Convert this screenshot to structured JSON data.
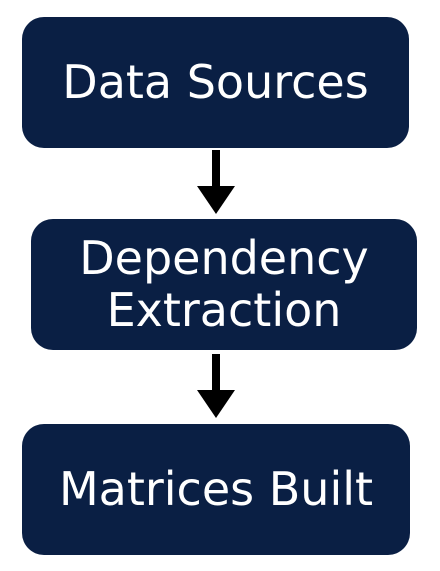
{
  "diagram": {
    "steps": [
      {
        "label": "Data Sources"
      },
      {
        "label": "Dependency\nExtraction"
      },
      {
        "label": "Matrices Built"
      }
    ]
  },
  "colors": {
    "box": "#0a1f44",
    "text": "#ffffff",
    "arrow": "#000000"
  }
}
